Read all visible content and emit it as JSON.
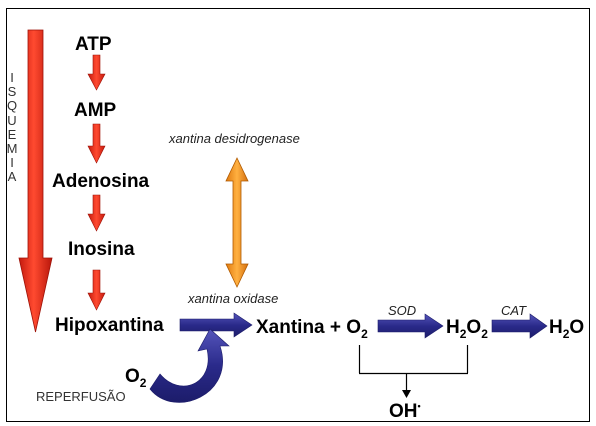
{
  "labels": {
    "atp": "ATP",
    "amp": "AMP",
    "adenosina": "Adenosina",
    "inosina": "Inosina",
    "hipoxantina": "Hipoxantina",
    "xantina": "Xantina + O",
    "xantina_sub": "2",
    "h2o2_h": "H",
    "h2o2_sub1": "2",
    "h2o2_o": "O",
    "h2o2_sub2": "2",
    "h2o_h": "H",
    "h2o_sub": "2",
    "h2o_o": "O",
    "oh": "OH",
    "oh_sup": "•",
    "o2": "O",
    "o2_sub": "2",
    "reperfusao": "REPERFUSÃO",
    "isquemia": [
      "I",
      "S",
      "Q",
      "U",
      "E",
      "M",
      "I",
      "A"
    ],
    "xantina_desidrogenase": "xantina desidrogenase",
    "xantina_oxidase": "xantina oxidase",
    "sod": "SOD",
    "cat": "CAT"
  },
  "colors": {
    "red_arrow": "#ee3322",
    "orange_arrow": "#ff9922",
    "blue_arrow": "#333399",
    "frame": "#000000"
  }
}
